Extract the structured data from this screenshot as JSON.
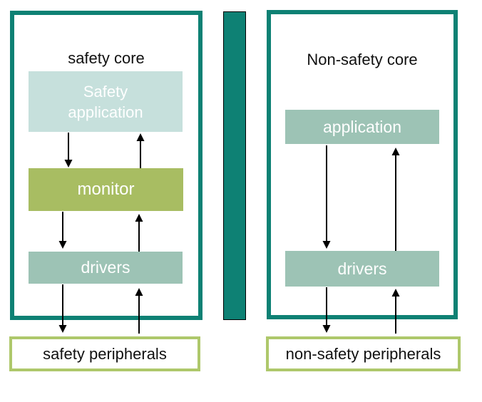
{
  "left_core": {
    "title": "safety core",
    "app_lines": [
      "Safety",
      "application"
    ],
    "monitor_label": "monitor",
    "drivers_label": "drivers"
  },
  "right_core": {
    "title": "Non-safety core",
    "app_label": "application",
    "drivers_label": "drivers"
  },
  "peripherals": {
    "safety_label": "safety peripherals",
    "non_safety_label": "non-safety peripherals"
  },
  "colors": {
    "core_border_teal": "#0e8174",
    "divider_bar_teal": "#0e8174",
    "safety_application_fill": "#c6e0dc",
    "monitor_fill": "#a8bd62",
    "drivers_fill": "#9dc3b5",
    "peripheral_border": "#aec86b",
    "arrow": "#000000",
    "block_text": "#ffffff",
    "title_text": "#111111"
  }
}
